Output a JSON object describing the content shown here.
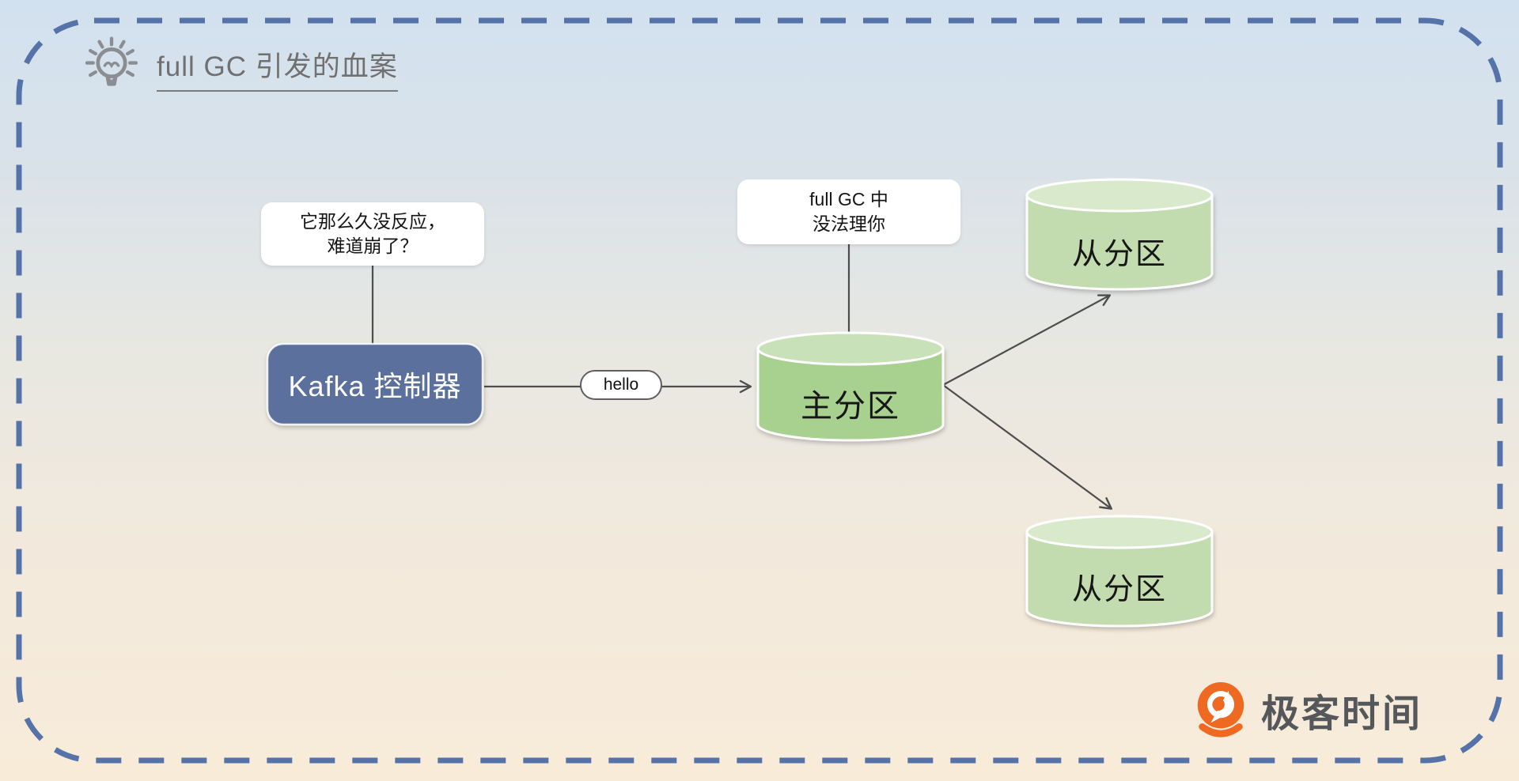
{
  "frame": {
    "border_color": "#5573a8",
    "background_top_color": "#d2e1ef",
    "background_bottom_color": "#f8ecd9"
  },
  "header": {
    "title": "full GC 引发的血案"
  },
  "callouts": {
    "controller_bubble": {
      "line1": "它那么久没反应，",
      "line2": "难道崩了？"
    },
    "leader_bubble": {
      "line1": "full GC 中",
      "line2": "没法理你"
    }
  },
  "nodes": {
    "controller": {
      "label": "Kafka 控制器",
      "fill": "#5b6f9d",
      "text_color": "#ffffff"
    },
    "leader_partition": {
      "label": "主分区",
      "body_color": "#a8d08f",
      "top_color": "#c9e1b8"
    },
    "follower_partition_top": {
      "label": "从分区",
      "body_color": "#c3dcaf",
      "top_color": "#d9e9cb"
    },
    "follower_partition_bottom": {
      "label": "从分区",
      "body_color": "#c3dcaf",
      "top_color": "#d9e9cb"
    }
  },
  "edges": {
    "hello_label": "hello",
    "line_color": "#4d4d4d"
  },
  "branding": {
    "name": "极客时间",
    "accent_color": "#ee6a22"
  }
}
